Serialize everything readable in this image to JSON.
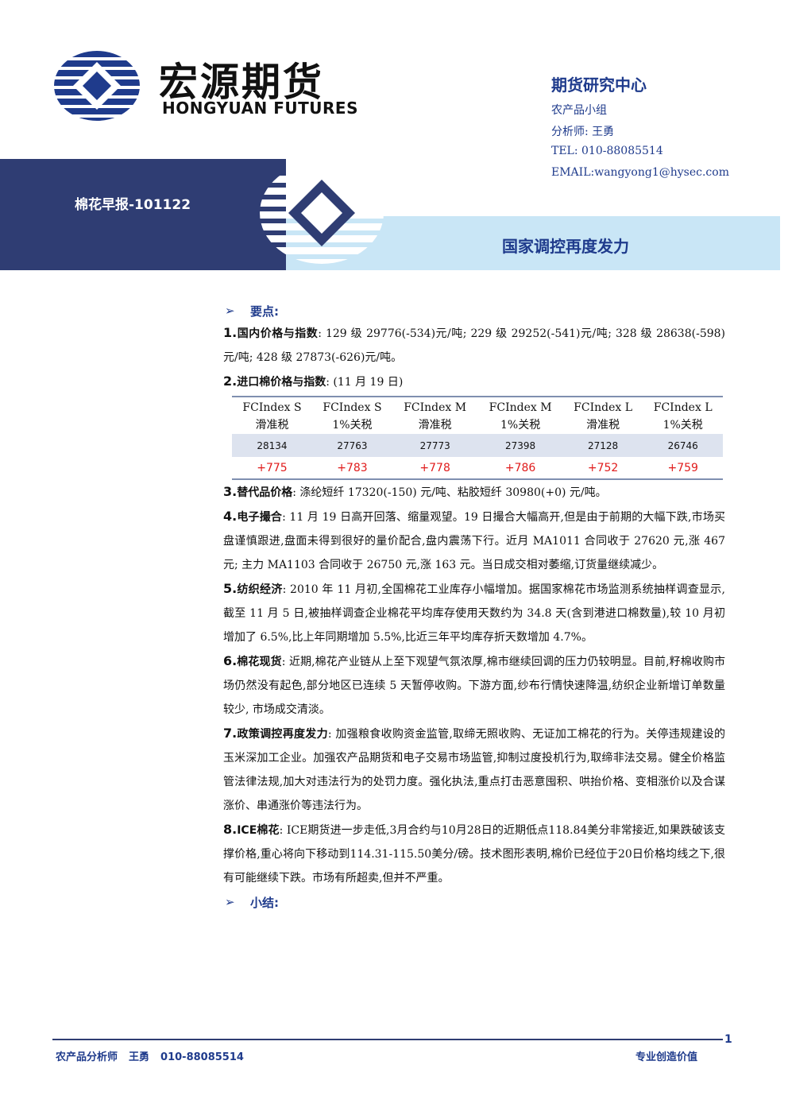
{
  "header": {
    "logo_cn": "宏源期货",
    "logo_en": "HONGYUAN FUTURES",
    "research_center": "期货研究中心",
    "group": "农产品小组",
    "analyst": "分析师: 王勇",
    "tel": "TEL: 010-88085514",
    "email": "EMAIL:wangyong1@hysec.com"
  },
  "banner": {
    "report_title": "棉花早报-101122",
    "headline": "国家调控再度发力"
  },
  "section_key": "要点:",
  "items": [
    {
      "num": "1.",
      "label": "国内价格与指数",
      "text": ": 129 级 29776(-534)元/吨; 229 级 29252(-541)元/吨; 328 级 28638(-598)元/吨; 428 级 27873(-626)元/吨。"
    },
    {
      "num": "2.",
      "label": "进口棉价格与指数",
      "text": ": (11 月 19 日)"
    },
    {
      "num": "3.",
      "label": "替代品价格",
      "text": ": 涤纶短纤 17320(-150) 元/吨、粘胶短纤 30980(+0) 元/吨。"
    },
    {
      "num": "4.",
      "label": "电子撮合",
      "text": ": 11 月 19 日高开回落、缩量观望。19 日撮合大幅高开,但是由于前期的大幅下跌,市场买盘谨慎跟进,盘面未得到很好的量价配合,盘内震荡下行。近月 MA1011 合同收于 27620 元,涨 467 元; 主力 MA1103 合同收于 26750 元,涨 163 元。当日成交相对萎缩,订货量继续减少。"
    },
    {
      "num": "5.",
      "label": "纺织经济",
      "text": ": 2010 年 11 月初,全国棉花工业库存小幅增加。据国家棉花市场监测系统抽样调查显示,截至 11 月 5 日,被抽样调查企业棉花平均库存使用天数约为 34.8 天(含到港进口棉数量),较 10 月初增加了 6.5%,比上年同期增加 5.5%,比近三年平均库存折天数增加 4.7%。"
    },
    {
      "num": "6.",
      "label": "棉花现货",
      "text": ": 近期,棉花产业链从上至下观望气氛浓厚,棉市继续回调的压力仍较明显。目前,籽棉收购市场仍然没有起色,部分地区已连续 5 天暂停收购。下游方面,纱布行情快速降温,纺织企业新增订单数量较少, 市场成交清淡。"
    },
    {
      "num": "7.",
      "label": "政策调控再度发力",
      "text": ": 加强粮食收购资金监管,取缔无照收购、无证加工棉花的行为。关停违规建设的玉米深加工企业。加强农产品期货和电子交易市场监管,抑制过度投机行为,取缔非法交易。健全价格监管法律法规,加大对违法行为的处罚力度。强化执法,重点打击恶意囤积、哄抬价格、变相涨价以及合谋涨价、串通涨价等违法行为。"
    },
    {
      "num": "8.",
      "label": "ICE棉花",
      "text": ": ICE期货进一步走低,3月合约与10月28日的近期低点118.84美分非常接近,如果跌破该支撑价格,重心将向下移动到114.31-115.50美分/磅。技术图形表明,棉价已经位于20日价格均线之下,很有可能继续下跌。市场有所超卖,但并不严重。"
    }
  ],
  "table": {
    "headers": [
      {
        "name": "FCIndex S",
        "sub": "滑准税"
      },
      {
        "name": "FCIndex S",
        "sub": "1%关税"
      },
      {
        "name": "FCIndex M",
        "sub": "滑准税"
      },
      {
        "name": "FCIndex M",
        "sub": "1%关税"
      },
      {
        "name": "FCIndex L",
        "sub": "滑准税"
      },
      {
        "name": "FCIndex L",
        "sub": "1%关税"
      }
    ],
    "values": [
      "28134",
      "27763",
      "27773",
      "27398",
      "27128",
      "26746"
    ],
    "changes": [
      "+775",
      "+783",
      "+778",
      "+786",
      "+752",
      "+759"
    ],
    "change_color": "#e01b1b"
  },
  "section_summary": "小结:",
  "footer": {
    "page": "1",
    "dept": "农产品分析师",
    "name": "王勇",
    "phone": "010-88085514",
    "slogan": "专业创造价值"
  },
  "colors": {
    "navy": "#2f3d73",
    "brand_blue": "#1f3b8c",
    "light_band": "#c9e6f6"
  }
}
